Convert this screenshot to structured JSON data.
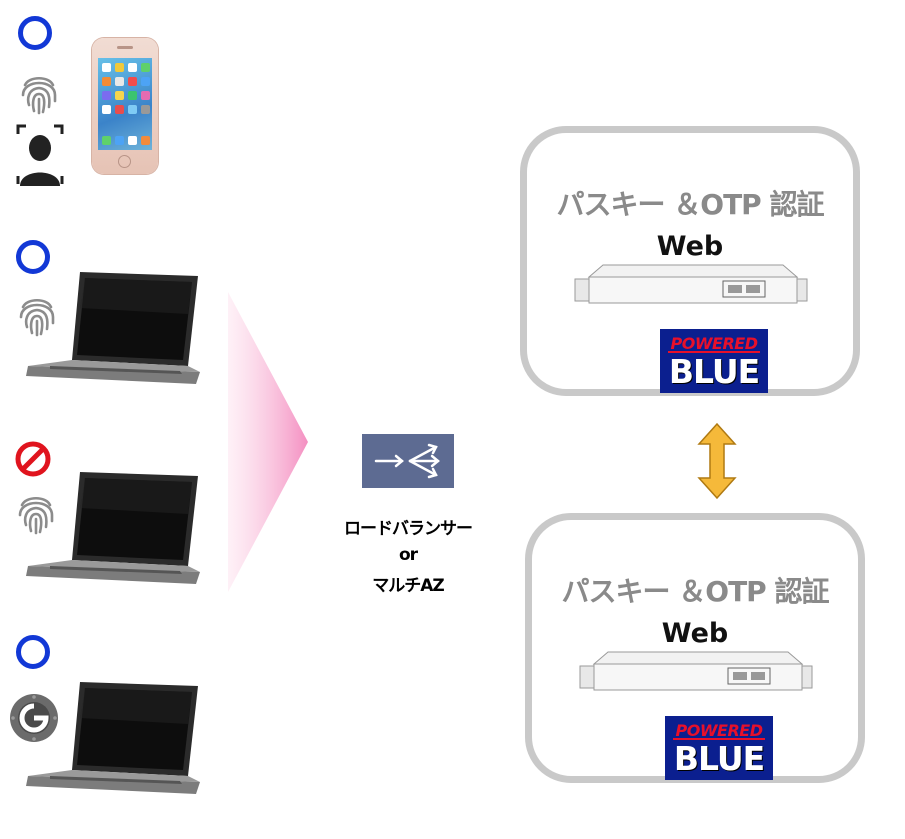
{
  "center": {
    "lb_line1": "ロードバランサー",
    "lb_line2": "or",
    "lb_line3": "マルチAZ"
  },
  "servers": [
    {
      "title": "パスキー ＆OTP 認証",
      "subtitle": "Web",
      "logo_top": "POWERED",
      "logo_bottom": "BLUE"
    },
    {
      "title": "パスキー ＆OTP 認証",
      "subtitle": "Web",
      "logo_top": "POWERED",
      "logo_bottom": "BLUE"
    }
  ],
  "colors": {
    "ok": "#1238d6",
    "ng": "#e0141e",
    "server_border": "#c9c9c9",
    "server_title": "#8a8a8a",
    "funnel": "#f7a8cf",
    "arrow": "#f5b93a",
    "logo_bg": "#0b1f8f"
  },
  "icons": [
    "ok-circle-icon",
    "fingerprint-icon",
    "face-id-icon",
    "prohibited-icon",
    "authenticator-icon",
    "load-balancer-icon",
    "server-rack-icon",
    "double-arrow-icon"
  ]
}
